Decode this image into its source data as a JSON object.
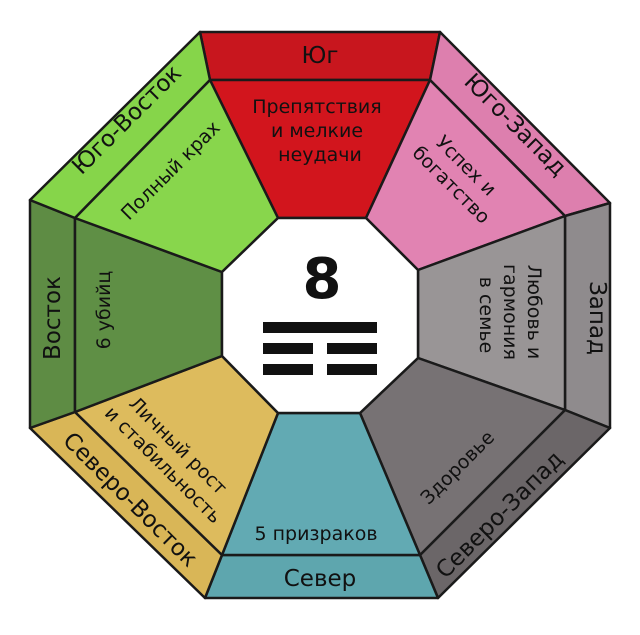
{
  "center": {
    "number": "8",
    "trigram": "broken-broken-solid"
  },
  "sectors": {
    "south": {
      "direction": "Юг",
      "meaning": [
        "Препятствия",
        "и мелкие",
        "неудачи"
      ],
      "outer_color": "#c8161e",
      "inner_color": "#d2151d"
    },
    "southwest": {
      "direction": "Юго-Запад",
      "meaning": [
        "Успех и",
        "богатство"
      ],
      "outer_color": "#dd7fae",
      "inner_color": "#e183b2"
    },
    "west": {
      "direction": "Запад",
      "meaning": [
        "Любовь и",
        "гармония",
        "в семье"
      ],
      "outer_color": "#8f8b8d",
      "inner_color": "#999596"
    },
    "northwest": {
      "direction": "Северо-Запад",
      "meaning": [
        "Здоровье"
      ],
      "outer_color": "#6b6668",
      "inner_color": "#777274"
    },
    "north": {
      "direction": "Север",
      "meaning": [
        "5 призраков"
      ],
      "outer_color": "#5ea6ae",
      "inner_color": "#62aab3"
    },
    "northeast": {
      "direction": "Северо-Восток",
      "meaning": [
        "Личный рост",
        "и стабильность"
      ],
      "outer_color": "#d9b657",
      "inner_color": "#ddbb5d"
    },
    "east": {
      "direction": "Восток",
      "meaning": [
        "6 убийц"
      ],
      "outer_color": "#5e8c44",
      "inner_color": "#5f8f45"
    },
    "southeast": {
      "direction": "Юго-Восток",
      "meaning": [
        "Полный крах"
      ],
      "outer_color": "#86d54a",
      "inner_color": "#88d64c"
    }
  }
}
